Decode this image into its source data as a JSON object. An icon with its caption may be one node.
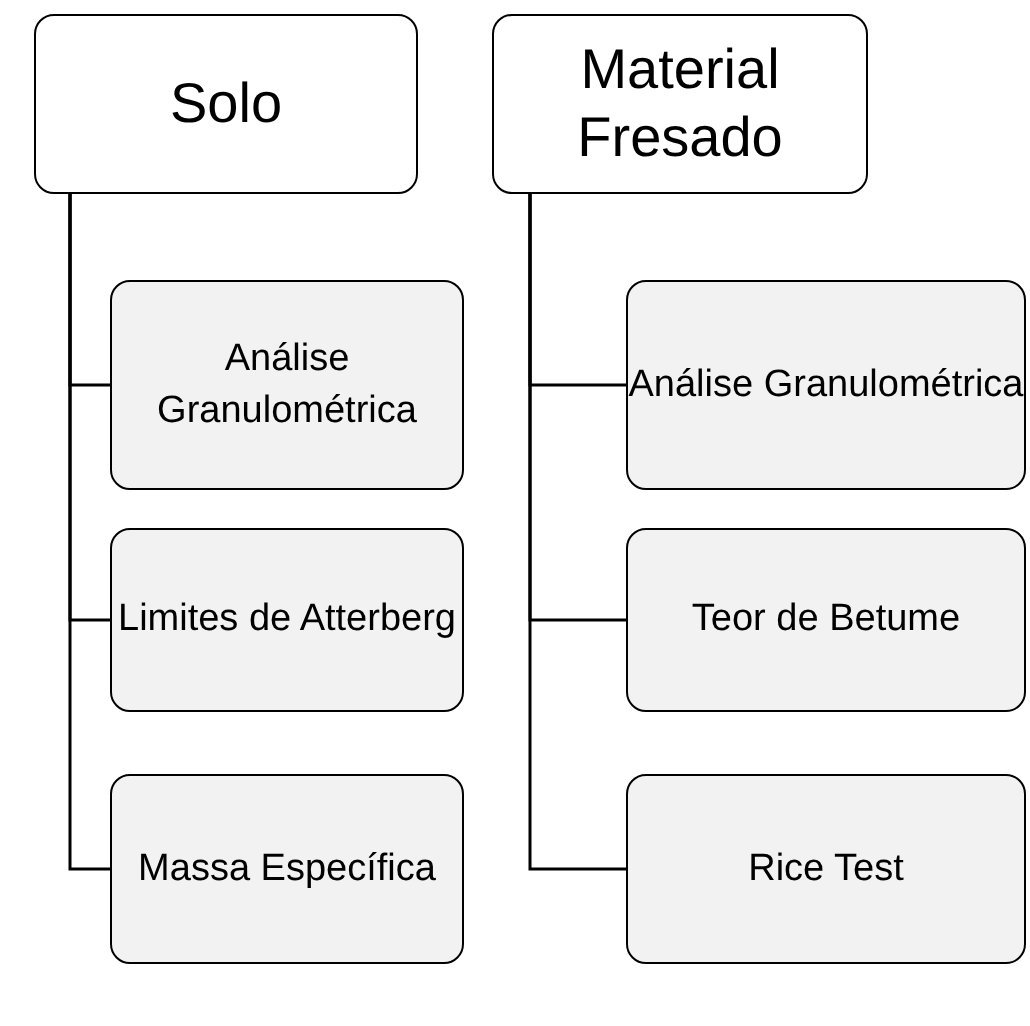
{
  "diagram": {
    "nodes": [
      {
        "text": [
          "Solo"
        ]
      },
      {
        "text": [
          "Análise Granulométrica"
        ]
      },
      {
        "text": [
          "Limites de Atterberg"
        ]
      },
      {
        "text": [
          "Massa Específica"
        ]
      },
      {
        "text": [
          "Material Fresado"
        ]
      },
      {
        "text": [
          "Análise Granulométrica"
        ]
      },
      {
        "text": [
          "Teor de Betume"
        ]
      },
      {
        "text": [
          "Rice Test"
        ]
      }
    ],
    "edges": [
      {
        "from": 0,
        "to": 1,
        "arrow": "none"
      },
      {
        "from": 0,
        "to": 2,
        "arrow": "none"
      },
      {
        "from": 0,
        "to": 3,
        "arrow": "none"
      },
      {
        "from": 4,
        "to": 5,
        "arrow": "none"
      },
      {
        "from": 4,
        "to": 6,
        "arrow": "none"
      },
      {
        "from": 4,
        "to": 7,
        "arrow": "none"
      }
    ]
  }
}
